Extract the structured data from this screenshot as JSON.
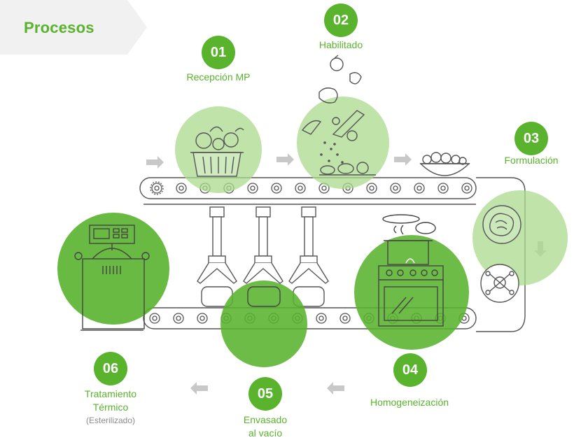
{
  "header": {
    "title": "Procesos"
  },
  "colors": {
    "accent": "#59b32d",
    "circle_light": "#a9d98c",
    "line": "#555555",
    "arrow": "#c8c8c8"
  },
  "steps": [
    {
      "number": "01",
      "label": "Recepción MP",
      "icon": "basket-icon"
    },
    {
      "number": "02",
      "label": "Habilitado",
      "icon": "knife-cutting-icon"
    },
    {
      "number": "03",
      "label": "Formulación",
      "icon": "bowl-icon"
    },
    {
      "number": "04",
      "label": "Homogeneización",
      "icon": "stove-pot-icon"
    },
    {
      "number": "05",
      "label_line1": "Envasado",
      "label_line2": "al vacío",
      "icon": "vacuum-pack-icon"
    },
    {
      "number": "06",
      "label_line1": "Tratamiento",
      "label_line2": "Térmico",
      "sub": "(Esterilizado)",
      "icon": "autoclave-icon"
    }
  ]
}
